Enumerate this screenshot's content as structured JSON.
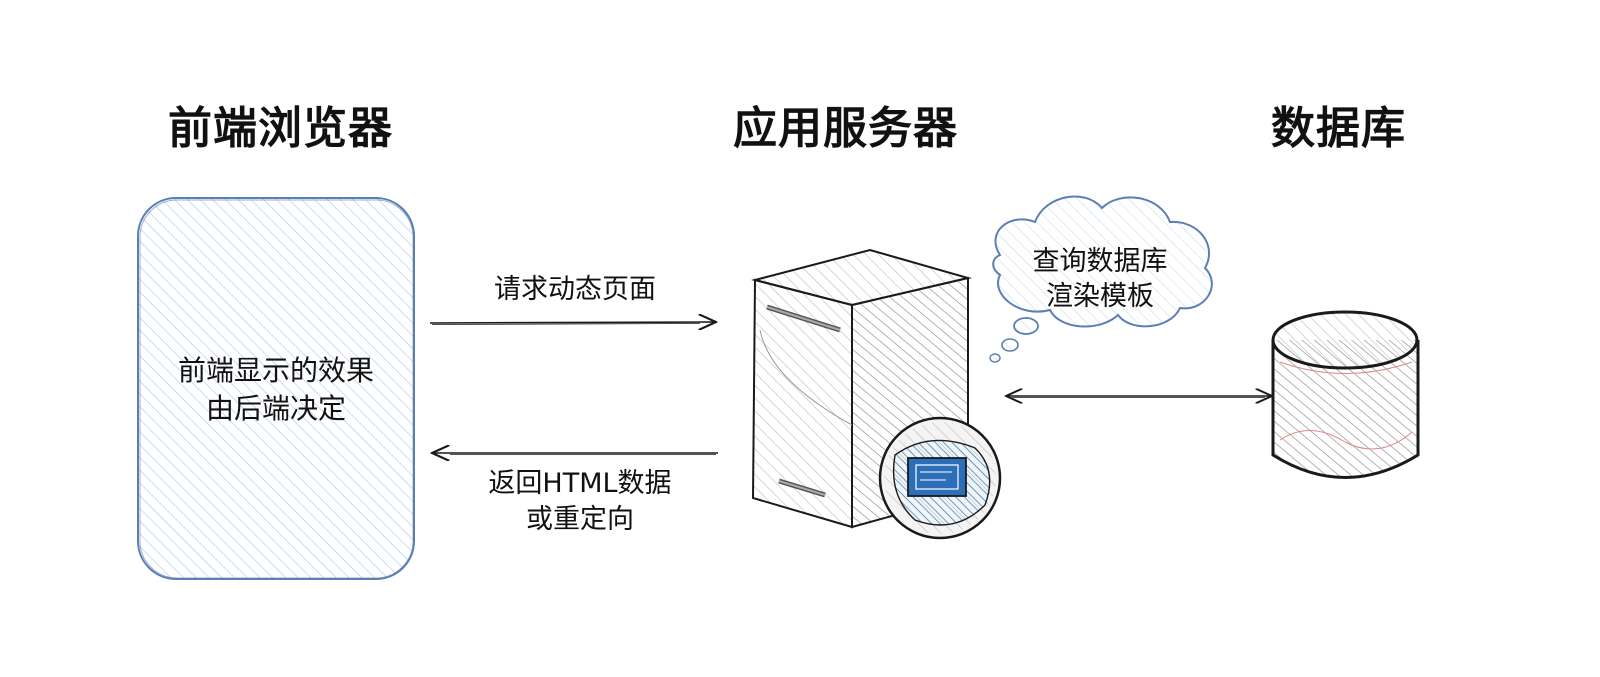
{
  "columns": {
    "browser": "前端浏览器",
    "server": "应用服务器",
    "database": "数据库"
  },
  "browser_box": {
    "line1": "前端显示的效果",
    "line2": "由后端决定"
  },
  "arrows": {
    "request_label": "请求动态页面",
    "response_line1": "返回HTML数据",
    "response_line2": "或重定向"
  },
  "thought_bubble": {
    "line1": "查询数据库",
    "line2": "渲染模板"
  },
  "colors": {
    "browser_stroke": "#5b7fb5",
    "browser_hatch": "#a9c7e8",
    "server_hatch": "#8d8d8d",
    "globe_fill": "#3b8fd0",
    "line": "#1a1a1a"
  }
}
